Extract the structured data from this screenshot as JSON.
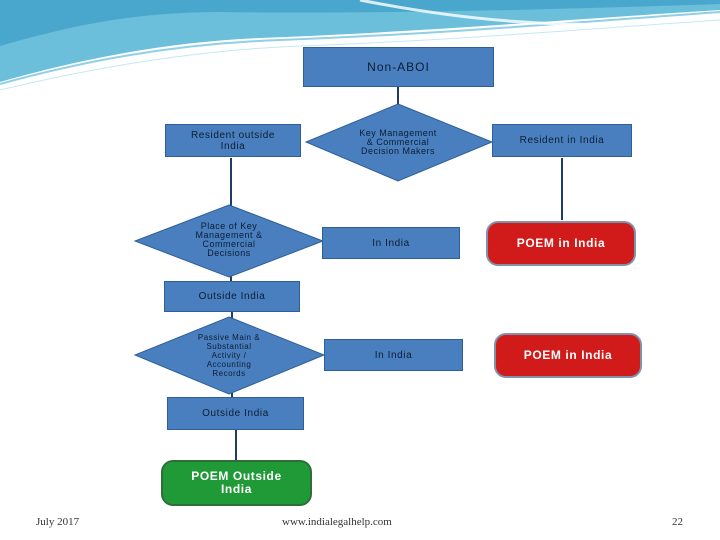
{
  "flowchart": {
    "start": "Non-ABOI",
    "decision1": "Key Management\n& Commercial\nDecision Makers",
    "left1": "Resident outside\nIndia",
    "right1": "Resident in India",
    "decision2": "Place of Key\nManagement &\nCommercial\nDecisions",
    "in_india_1": "In India",
    "poem_in_india_1": "POEM in India",
    "outside_india_1": "Outside India",
    "decision3": "Passive Main &\nSubstantial\nActivity /\nAccounting\nRecords",
    "in_india_2": "In India",
    "poem_in_india_2": "POEM in India",
    "outside_india_2": "Outside India",
    "poem_outside": "POEM Outside\nIndia"
  },
  "footer": {
    "date": "July 2017",
    "website": "www.indialegalhelp.com",
    "page_number": "22"
  },
  "colors": {
    "box_blue": "#4a7fbf",
    "poem_red": "#d11a1a",
    "poem_green": "#1f9a36",
    "header_teal": "#5bb8d6"
  }
}
